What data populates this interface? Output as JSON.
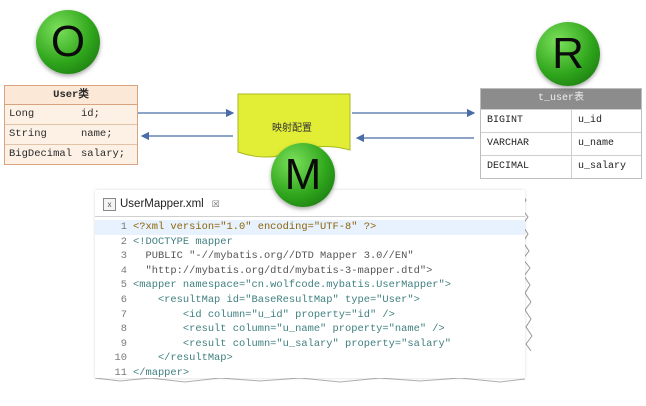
{
  "circles": {
    "o": "O",
    "r": "R",
    "m": "M"
  },
  "class_box": {
    "title": "User类",
    "fields": [
      {
        "type": "Long",
        "name": "id;"
      },
      {
        "type": "String",
        "name": "name;"
      },
      {
        "type": "BigDecimal",
        "name": "salary;"
      }
    ]
  },
  "table": {
    "title": "t_user表",
    "rows": [
      {
        "type": "BIGINT",
        "column": "u_id"
      },
      {
        "type": "VARCHAR",
        "column": "u_name"
      },
      {
        "type": "DECIMAL",
        "column": "u_salary"
      }
    ]
  },
  "mapping_label": "映射配置",
  "editor": {
    "tab_label": "UserMapper.xml",
    "tab_close": "☒",
    "lines": [
      {
        "n": "1",
        "text": "<?xml version=\"1.0\" encoding=\"UTF-8\" ?>"
      },
      {
        "n": "2",
        "text": "<!DOCTYPE mapper"
      },
      {
        "n": "3",
        "text": "  PUBLIC \"-//mybatis.org//DTD Mapper 3.0//EN\""
      },
      {
        "n": "4",
        "text": "  \"http://mybatis.org/dtd/mybatis-3-mapper.dtd\">"
      },
      {
        "n": "5",
        "text": "<mapper namespace=\"cn.wolfcode.mybatis.UserMapper\">"
      },
      {
        "n": "6",
        "text": "    <resultMap id=\"BaseResultMap\" type=\"User\">"
      },
      {
        "n": "7",
        "text": "        <id column=\"u_id\" property=\"id\" />"
      },
      {
        "n": "8",
        "text": "        <result column=\"u_name\" property=\"name\" />"
      },
      {
        "n": "9",
        "text": "        <result column=\"u_salary\" property=\"salary\""
      },
      {
        "n": "10",
        "text": "    </resultMap>"
      },
      {
        "n": "11",
        "text": "</mapper>"
      }
    ]
  }
}
